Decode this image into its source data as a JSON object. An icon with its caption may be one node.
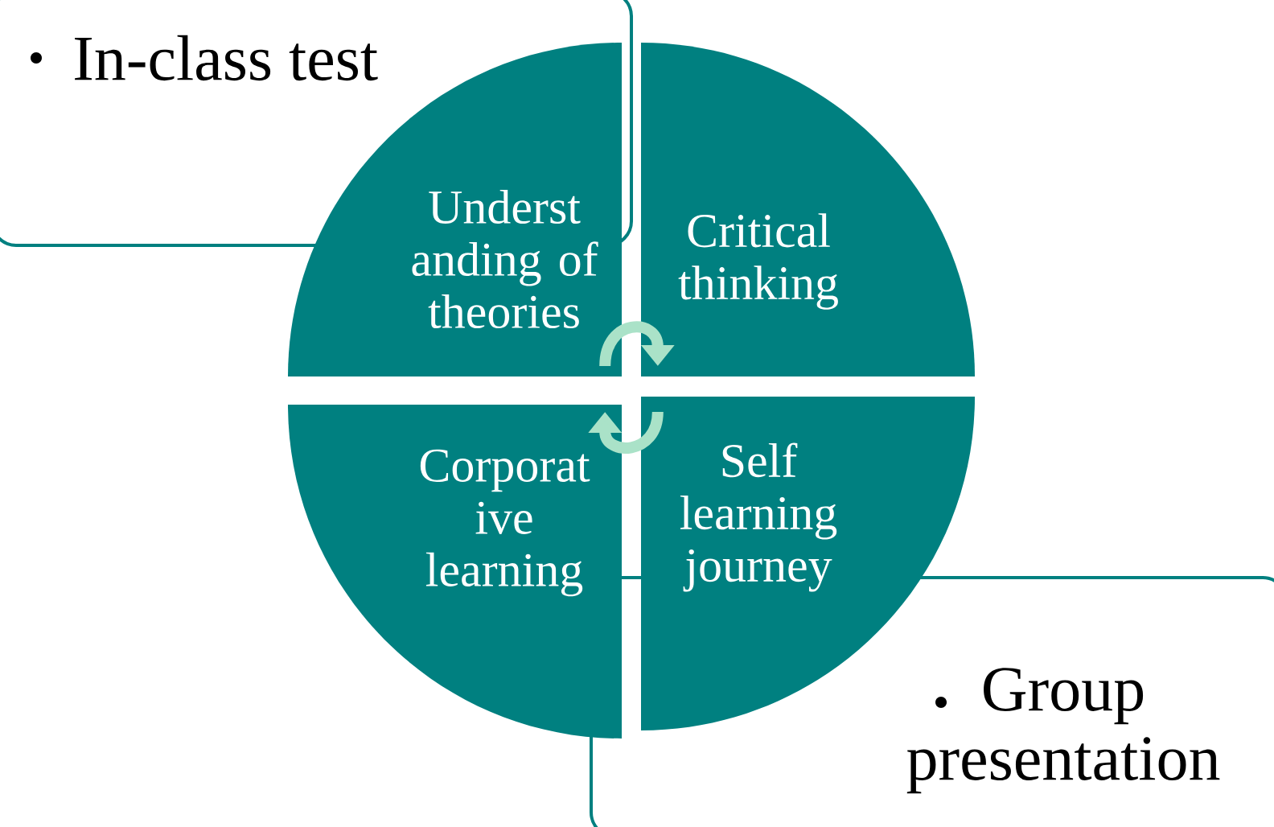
{
  "diagram": {
    "nodes": [
      {
        "text": [
          "In-class test"
        ]
      },
      {
        "text": [
          "Group presentation"
        ]
      },
      {
        "text": [
          "Underst anding of theories"
        ]
      },
      {
        "text": [
          "Critical thinking"
        ]
      },
      {
        "text": [
          "Corporat ive learning"
        ]
      },
      {
        "text": [
          "Self learning journey"
        ]
      }
    ],
    "edges": [
      {
        "from": 2,
        "to": 3,
        "arrow": "to"
      },
      {
        "from": 5,
        "to": 4,
        "arrow": "to"
      }
    ]
  }
}
